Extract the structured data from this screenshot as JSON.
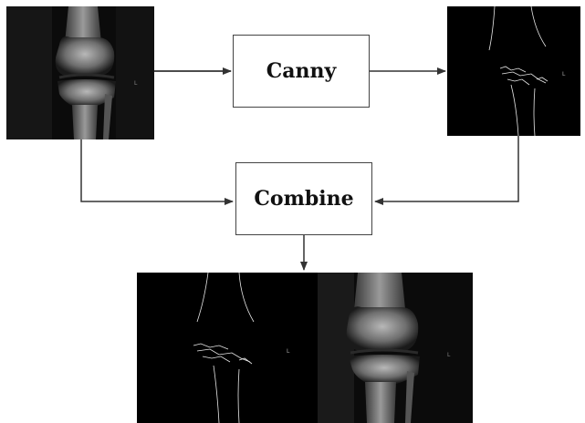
{
  "diagram": {
    "process_boxes": {
      "canny": "Canny",
      "combine": "Combine"
    },
    "images": {
      "input": "knee-xray",
      "edges": "canny-edge-map",
      "combined": "edge-map-plus-xray"
    },
    "colors": {
      "background": "#ffffff",
      "image_background": "#000000",
      "arrow": "#333333",
      "box_border": "#444444"
    }
  }
}
